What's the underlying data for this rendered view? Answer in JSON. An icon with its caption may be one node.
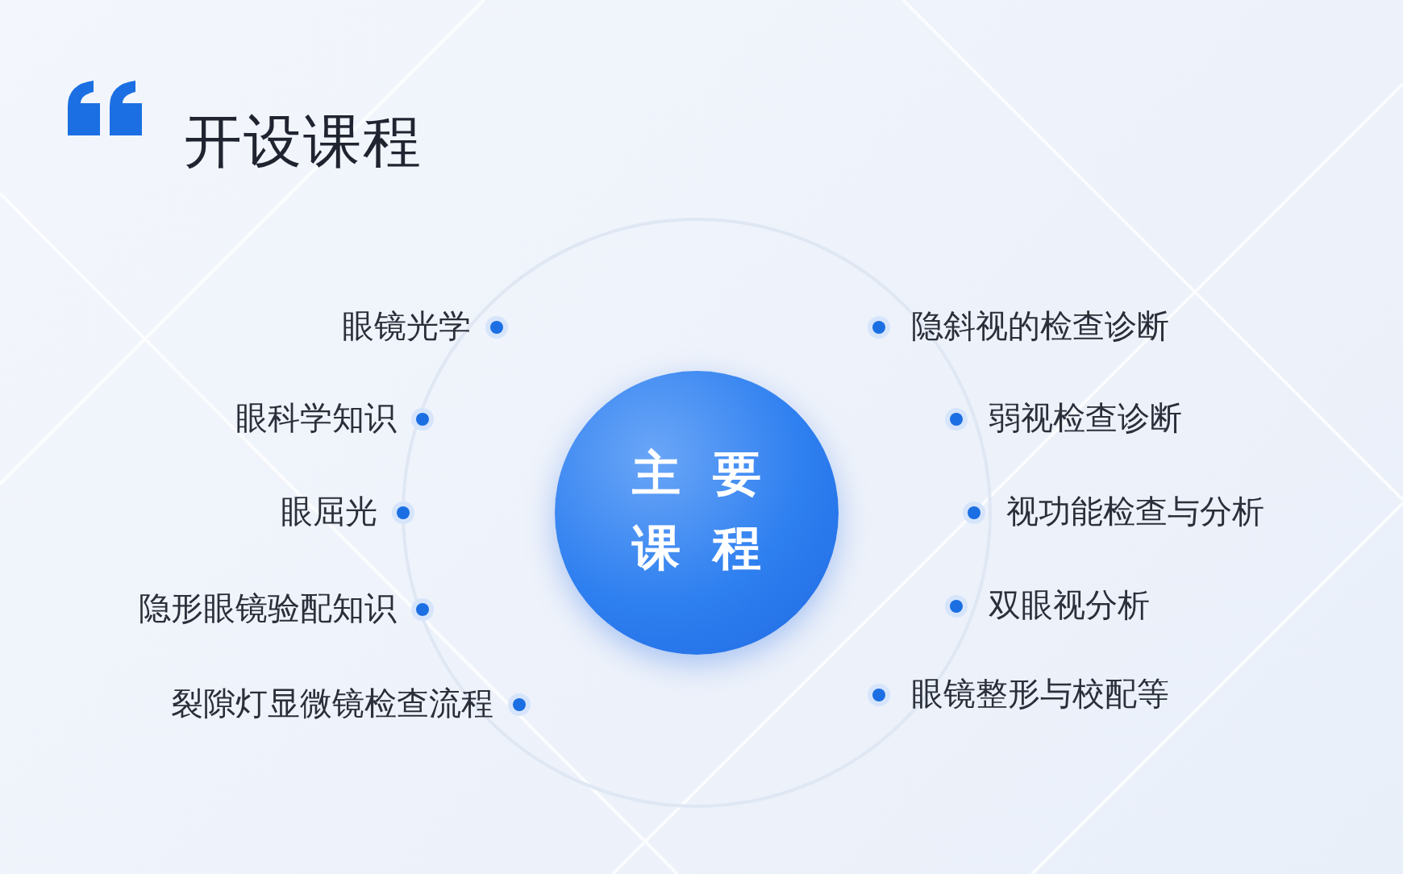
{
  "diagram": {
    "title": "开设课程",
    "nodes": [
      {
        "text": [
          "主要课程"
        ]
      }
    ],
    "labels": [
      "眼镜光学",
      "隐斜视的检查诊断",
      "眼科学知识",
      "弱视检查诊断",
      "眼屈光",
      "视功能检查与分析",
      "隐形眼镜验配知识",
      "双眼视分析",
      "裂隙灯显微镜检查流程",
      "眼镜整形与校配等"
    ]
  }
}
